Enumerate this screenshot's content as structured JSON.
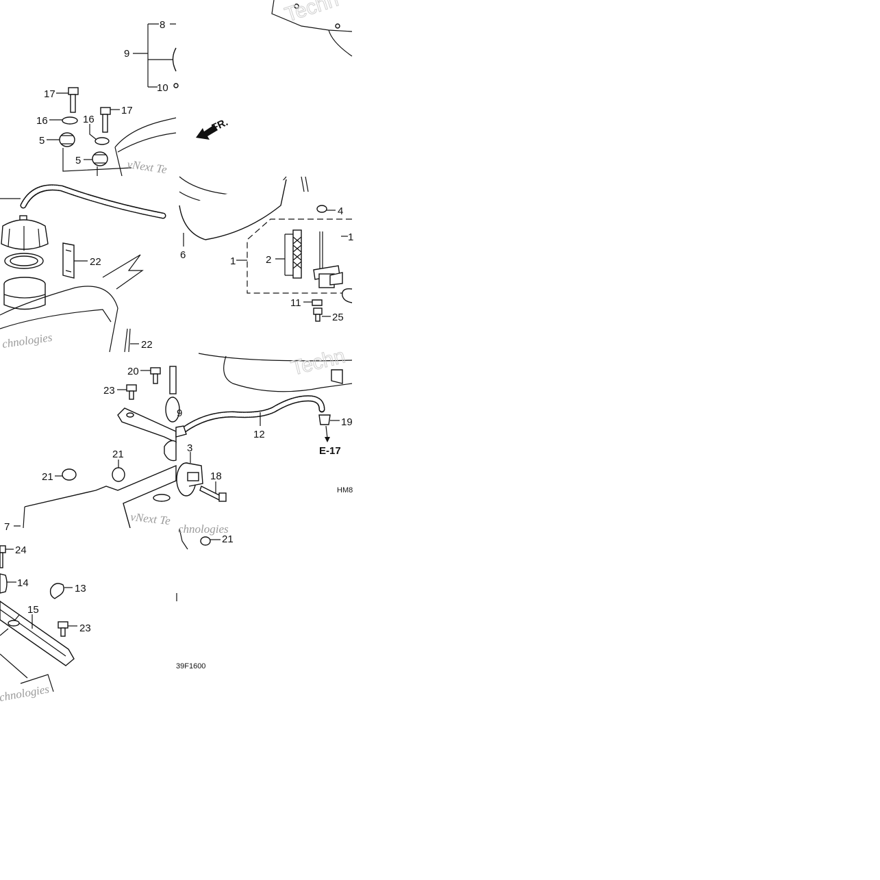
{
  "labels": {
    "l8": "8",
    "l9": "9",
    "l10": "10",
    "l17a": "17",
    "l17b": "17",
    "l16a": "16",
    "l16b": "16",
    "l5a": "5",
    "l5b": "5",
    "l22a": "22",
    "l22b": "22",
    "l6": "6",
    "l1": "1",
    "l2": "2",
    "l4": "4",
    "l11": "11",
    "l25": "25",
    "l1p": "1",
    "l20": "20",
    "l23a": "23",
    "l9b": "9",
    "l21a": "21",
    "l21b": "21",
    "l21c": "21",
    "l3": "3",
    "l18": "18",
    "l7": "7",
    "l12": "12",
    "l19": "19",
    "l24": "24",
    "l14": "14",
    "l13": "13",
    "l15": "15",
    "l23b": "23"
  },
  "front_marker": "FR.",
  "reference": "E-17",
  "codes": {
    "code_right": "HM8",
    "code_bottom": "39F1600"
  },
  "watermarks": {
    "w1": "vNext Te",
    "w2": "chnologies",
    "w3": "Techn",
    "w4": "vNext Te",
    "w5": "chnologies",
    "w6": "Techn",
    "w7": "chnologies"
  }
}
